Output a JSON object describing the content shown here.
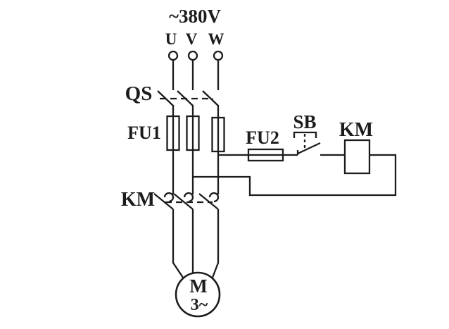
{
  "diagram": {
    "voltage": "~380V",
    "phases": [
      "U",
      "V",
      "W"
    ],
    "labels": {
      "disconnect_switch": "QS",
      "main_fuses": "FU1",
      "control_fuse": "FU2",
      "start_button": "SB",
      "contactor_contacts": "KM",
      "contactor_coil": "KM",
      "motor": "M",
      "motor_type": "3~"
    },
    "colors": {
      "line": "#1c1c1c",
      "background": "#ffffff"
    }
  }
}
